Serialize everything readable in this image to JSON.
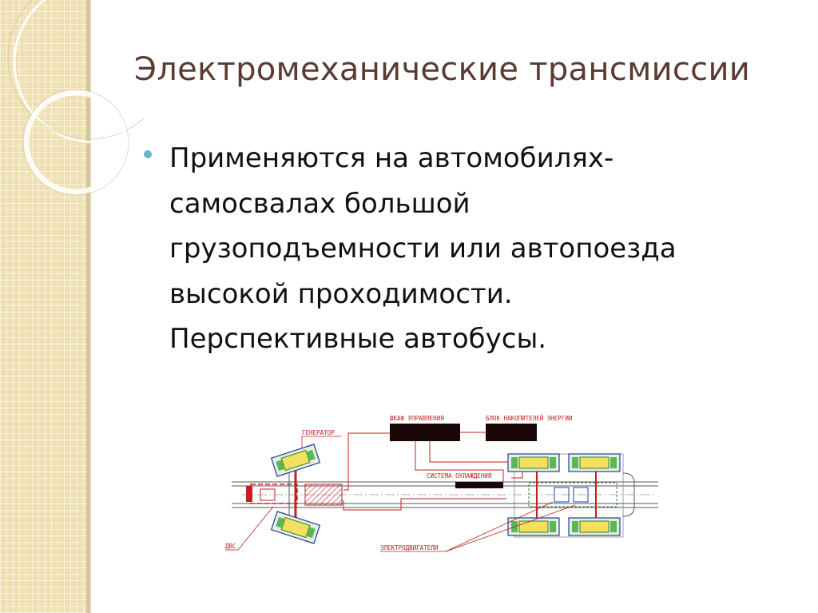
{
  "slide": {
    "title": "Электромеханические трансмиссии",
    "bullet_lines": [
      "Применяются на автомобилях-",
      "самосвалах большой",
      "грузоподъемности или автопоезда",
      "высокой проходимости.",
      "Перспективные автобусы."
    ]
  },
  "diagram": {
    "labels": {
      "control_cabinet": "ШКАФ УПРАВЛЕНИЯ",
      "energy_storage": "БЛОК НАКОПИТЕЛЕЙ ЭНЕРГИИ",
      "generator": "ГЕНЕРАТОР",
      "cooling_system": "СИСТЕМА ОХЛАЖДЕНИЯ",
      "electric_motors": "ЭЛЕКТРОДВИГАТЕЛИ",
      "engine": "ДВС"
    }
  },
  "colors": {
    "title": "#5b3a30",
    "bullet": "#67b3c9",
    "band": "#efe0b2",
    "diagram_red": "#c02020"
  }
}
